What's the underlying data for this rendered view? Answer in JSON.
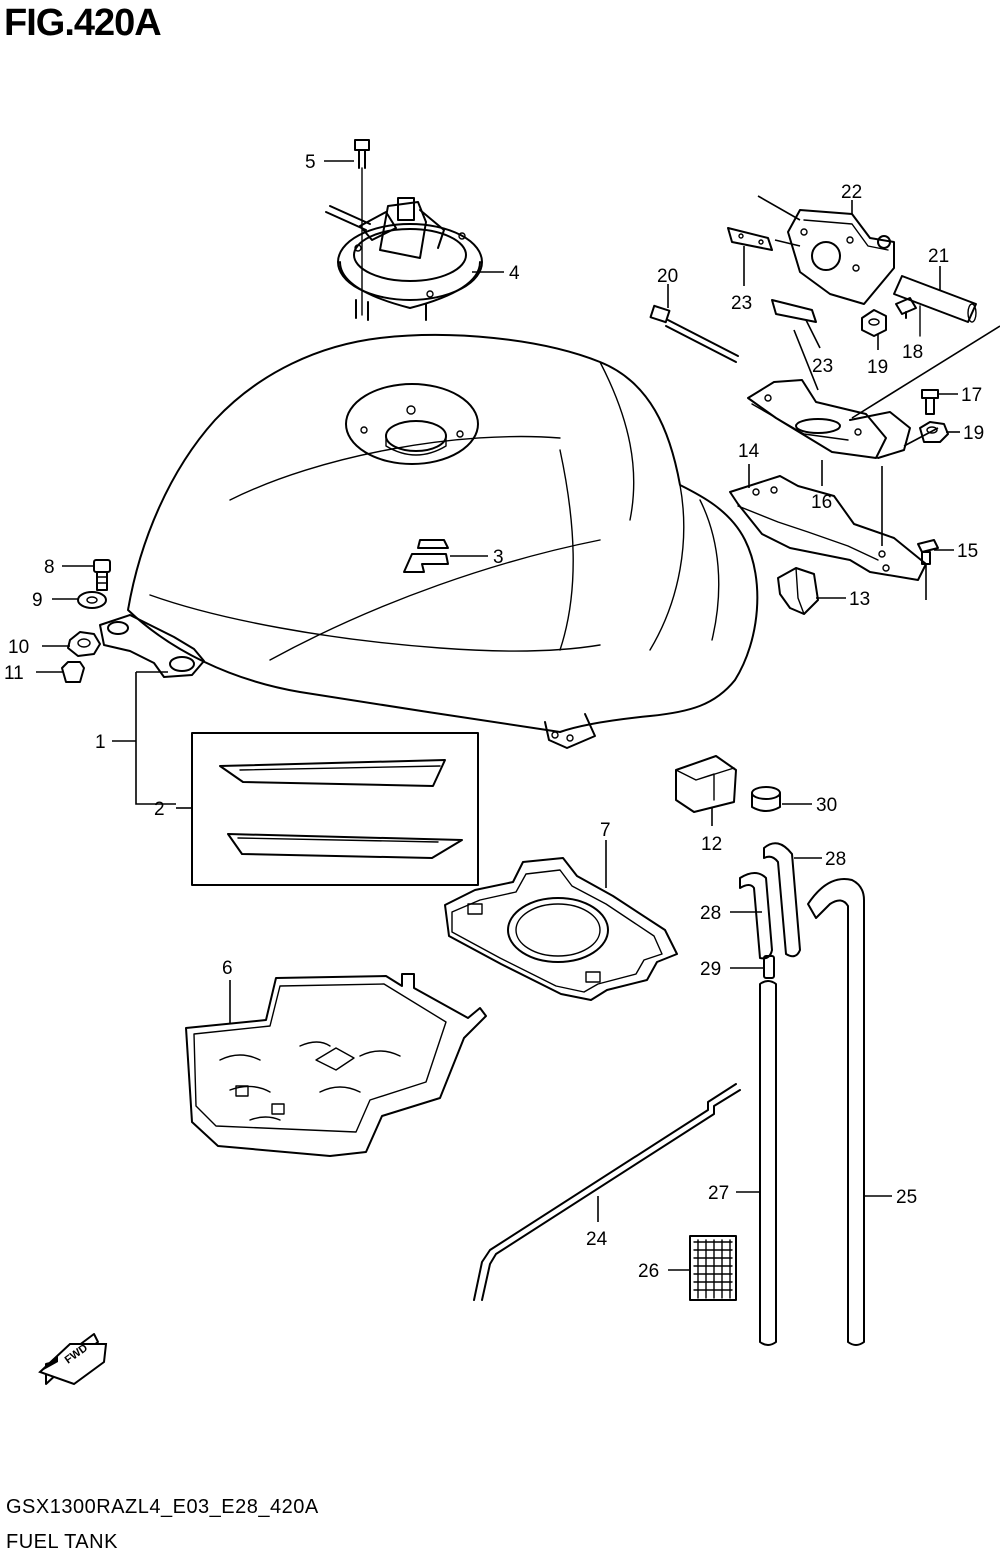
{
  "figure": {
    "title": "FIG.420A",
    "model_code": "GSX1300RAZL4_E03_E28_420A",
    "name": "FUEL TANK"
  },
  "callouts": [
    "1",
    "2",
    "3",
    "4",
    "5",
    "6",
    "7",
    "8",
    "9",
    "10",
    "11",
    "12",
    "13",
    "14",
    "15",
    "16",
    "17",
    "18",
    "19",
    "19",
    "20",
    "21",
    "22",
    "23",
    "23",
    "24",
    "25",
    "26",
    "27",
    "28",
    "28",
    "29",
    "30"
  ],
  "direction_marker": {
    "label": "FWD",
    "icon": "forward-arrow-icon"
  }
}
